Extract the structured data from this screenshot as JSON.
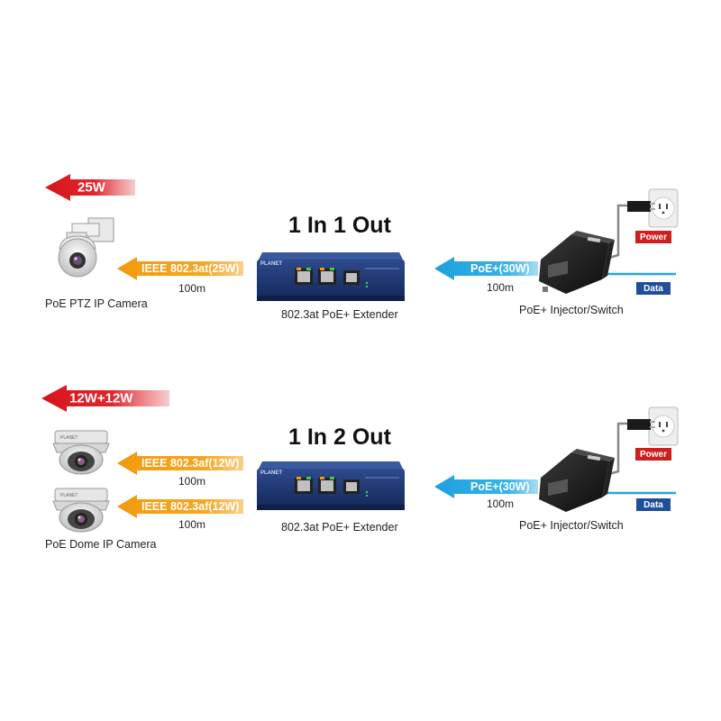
{
  "panel_top": {
    "title": "1 In 1 Out",
    "power_budget": "25W",
    "extender_caption": "802.3at PoE+ Extender",
    "camera_caption": "PoE PTZ IP Camera",
    "output_link": {
      "label": "IEEE 802.3at(25W)",
      "distance": "100m"
    },
    "input_link": {
      "label": "PoE+(30W)",
      "distance": "100m"
    },
    "injector_caption": "PoE+ Injector/Switch",
    "power_tag": "Power",
    "data_tag": "Data"
  },
  "panel_bottom": {
    "title": "1 In 2 Out",
    "power_budget": "12W+12W",
    "extender_caption": "802.3at PoE+ Extender",
    "camera_caption": "PoE Dome IP Camera",
    "output_links": [
      {
        "label": "IEEE 802.3af(12W)",
        "distance": "100m"
      },
      {
        "label": "IEEE 802.3af(12W)",
        "distance": "100m"
      }
    ],
    "input_link": {
      "label": "PoE+(30W)",
      "distance": "100m"
    },
    "injector_caption": "PoE+ Injector/Switch",
    "power_tag": "Power",
    "data_tag": "Data"
  },
  "colors": {
    "red_arrow": "#d7141c",
    "orange_arrow": "#f39c12",
    "blue_arrow": "#27a9e1",
    "power_tag": "#cc1f1f",
    "data_tag": "#1f4f9c",
    "extender_body": "#1f3570"
  },
  "icons": [
    "ptz-camera-icon",
    "dome-camera-icon",
    "poe-extender-icon",
    "poe-injector-icon",
    "power-outlet-icon"
  ]
}
